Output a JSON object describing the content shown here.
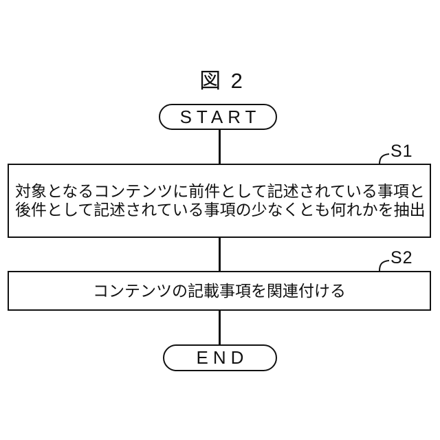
{
  "figure": {
    "title": "図 2"
  },
  "flowchart": {
    "start_label": "START",
    "end_label": "END",
    "steps": [
      {
        "id": "S1",
        "lines": [
          "対象となるコンテンツに前件として記述されている事項と",
          "後件として記述されている事項の少なくとも何れかを抽出"
        ]
      },
      {
        "id": "S2",
        "lines": [
          "コンテンツの記載事項を関連付ける"
        ]
      }
    ],
    "colors": {
      "stroke": "#111111",
      "background": "#ffffff"
    }
  }
}
